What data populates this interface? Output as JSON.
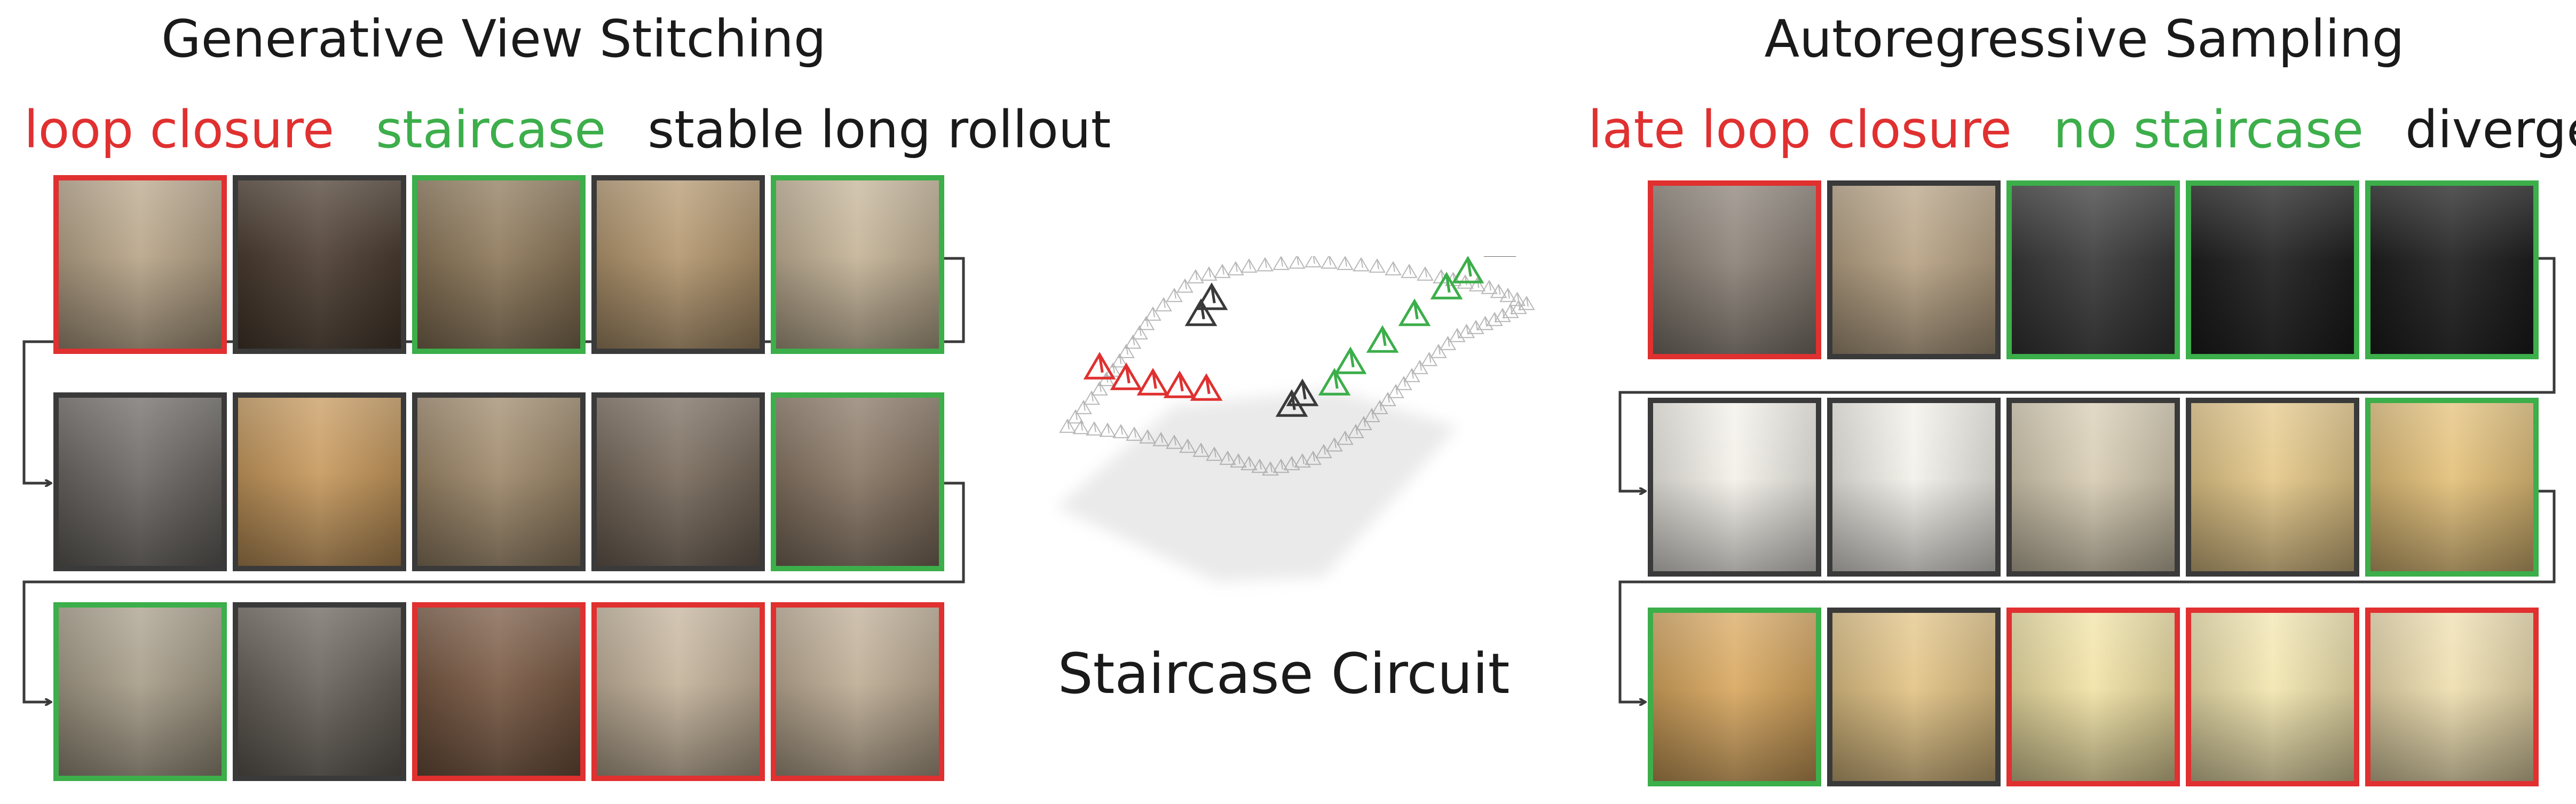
{
  "left_panel": {
    "title": "Generative View Stitching",
    "labels": {
      "red": "loop closure",
      "green": "staircase",
      "black": "stable long rollout"
    }
  },
  "center_panel": {
    "caption": "Staircase Circuit"
  },
  "right_panel": {
    "title": "Autoregressive Sampling",
    "labels": {
      "red": "late loop closure",
      "green": "no staircase",
      "black": "diverges"
    }
  },
  "colors": {
    "red": "#e03030",
    "green": "#3cae4a",
    "black": "#3a3a3a",
    "text": "#1a1a1a"
  },
  "left_grid": [
    [
      "red",
      "black",
      "green",
      "black",
      "green"
    ],
    [
      "black",
      "black",
      "black",
      "black",
      "green"
    ],
    [
      "green",
      "black",
      "red",
      "red",
      "red"
    ]
  ],
  "right_grid": [
    [
      "red",
      "black",
      "green",
      "green",
      "green"
    ],
    [
      "black",
      "black",
      "black",
      "black",
      "green"
    ],
    [
      "green",
      "black",
      "red",
      "red",
      "red"
    ]
  ]
}
